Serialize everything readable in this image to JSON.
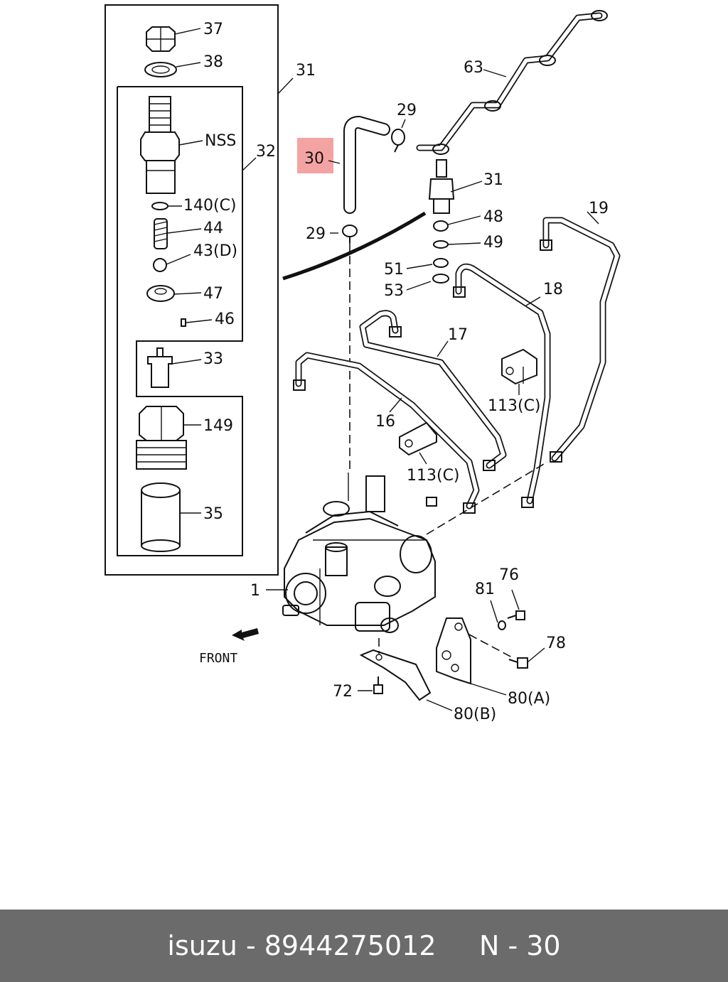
{
  "callouts": {
    "c37": "37",
    "c38": "38",
    "c31_box": "31",
    "c32": "32",
    "c_nss": "NSS",
    "c140": "140(C)",
    "c44": "44",
    "c43": "43(D)",
    "c47": "47",
    "c46": "46",
    "c33": "33",
    "c149": "149",
    "c35": "35",
    "c1": "1",
    "c63": "63",
    "c29_top": "29",
    "c30": "30",
    "c29_bot": "29",
    "c31_nozzle": "31",
    "c48": "48",
    "c49": "49",
    "c51": "51",
    "c53": "53",
    "c19": "19",
    "c18": "18",
    "c17": "17",
    "c16": "16",
    "c113_a": "113(C)",
    "c113_b": "113(C)",
    "c81": "81",
    "c76": "76",
    "c78": "78",
    "c72": "72",
    "c80a": "80(A)",
    "c80b": "80(B)"
  },
  "front_label": "FRONT",
  "highlight_color": "#f4a3a3",
  "footer": {
    "brand": "isuzu",
    "sep1": " - ",
    "part_number": "8944275012",
    "gap": "     ",
    "group": "N",
    "sep2": " - ",
    "ref": "30"
  },
  "footer_color": "#6b6b6b"
}
